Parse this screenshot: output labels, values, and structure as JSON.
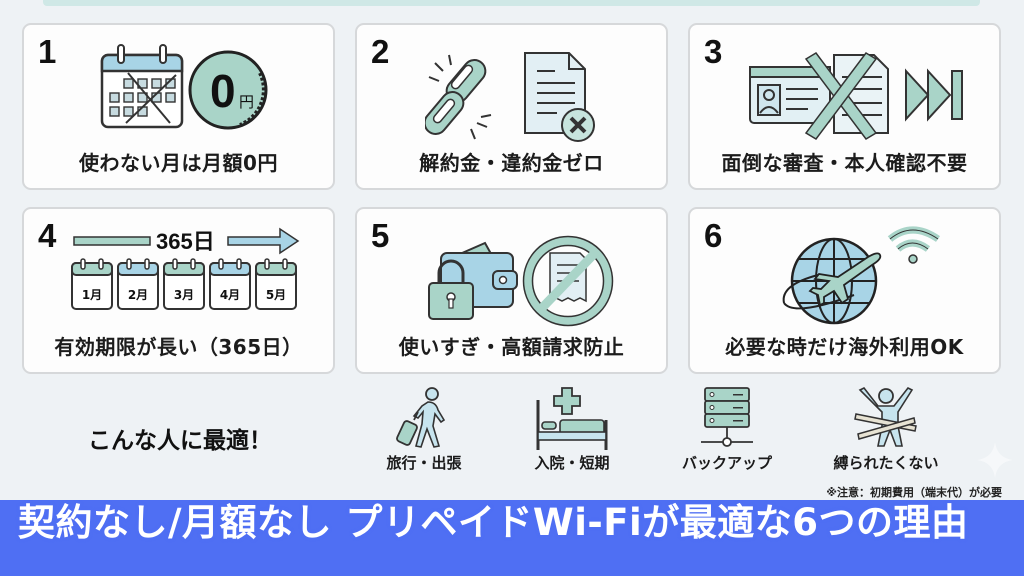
{
  "colors": {
    "accent_teal": "#a9d4c8",
    "accent_blue": "#a8d4e6",
    "banner_blue": "#4f6ff3",
    "background": "#eef2f5"
  },
  "reasons": [
    {
      "number": "1",
      "label": "使わない月は月額0円",
      "icon": "calendar-coin-icon",
      "coin_value": "0",
      "coin_unit": "円"
    },
    {
      "number": "2",
      "label": "解約金・違約金ゼロ",
      "icon": "broken-chain-document-icon"
    },
    {
      "number": "3",
      "label": "面倒な審査・本人確認不要",
      "icon": "id-card-skip-icon"
    },
    {
      "number": "4",
      "label": "有効期限が長い（365日）",
      "icon": "calendar-timeline-icon",
      "timeline_label": "365日",
      "months": [
        "1月",
        "2月",
        "3月",
        "4月",
        "5月"
      ]
    },
    {
      "number": "5",
      "label": "使いすぎ・高額請求防止",
      "icon": "locked-wallet-no-bill-icon"
    },
    {
      "number": "6",
      "label": "必要な時だけ海外利用OK",
      "icon": "globe-plane-wifi-icon"
    }
  ],
  "ideal": {
    "title": "こんな人に最適！",
    "personas": [
      {
        "label": "旅行・出張",
        "icon": "traveler-icon"
      },
      {
        "label": "入院・短期",
        "icon": "hospital-bed-icon"
      },
      {
        "label": "バックアップ",
        "icon": "server-backup-icon"
      },
      {
        "label": "縛られたくない",
        "icon": "freedom-person-icon"
      }
    ]
  },
  "note": "※注意：初期費用（端末代）が必要",
  "banner": {
    "title": "契約なし/月額なし プリペイドWi-Fiが最適な6つの理由"
  }
}
